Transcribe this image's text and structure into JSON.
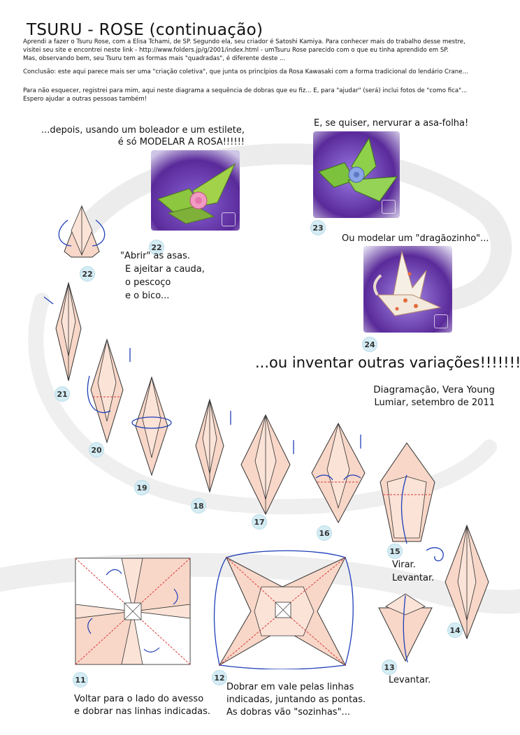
{
  "header": {
    "title": "TSURU - ROSE (continuação)",
    "intro_lines": [
      "Aprendi a fazer o Tsuru Rose, com a Elisa Tchami, de SP. Segundo ela, seu criador é Satoshi Kamiya. Para conhecer mais do trabalho desse mestre,",
      "visitei seu site e encontrei neste link - http://www.folders.jp/g/2001/index.html - umTsuru Rose parecido com o que eu tinha aprendido em SP.",
      "Mas, observando bem, seu Tsuru tem as formas mais \"quadradas\", é diferente deste ..."
    ],
    "conclusion": "Conclusão: este aqui parece mais ser uma \"criação coletiva\", que junta os princípios da Rosa Kawasaki com a forma tradicional do lendário Crane...",
    "note_lines": [
      "Para não esquecer, registrei para mim, aqui neste diagrama a sequência de dobras que eu fiz... E, para \"ajudar\" (será) inclui fotos de \"como fica\"...",
      "Espero ajudar a outras pessoas também!"
    ]
  },
  "captions": {
    "modelar_line1": "...depois, usando um boleador e um estilete,",
    "modelar_line2": "é só MODELAR A ROSA!!!!!!",
    "nervurar": "E, se quiser, nervurar a asa-folha!",
    "dragao": "Ou modelar um \"dragãozinho\"...",
    "abrir_lines": [
      "\"Abrir\" as asas.",
      "E ajeitar a cauda,",
      "o pescoço",
      "e o bico..."
    ],
    "inventar": "...ou inventar outras variações!!!!!!!",
    "credit_line1": "Diagramação, Vera Young",
    "credit_line2": "Lumiar, setembro de 2011",
    "virar": "Virar.",
    "levantar_15": "Levantar.",
    "levantar_13": "Levantar.",
    "step11_lines": [
      "Voltar para o lado do avesso",
      "e dobrar nas linhas indicadas."
    ],
    "step12_lines": [
      "Dobrar em vale pelas linhas",
      "indicadas, juntando as pontas.",
      "As dobras vão \"sozinhas\"..."
    ]
  },
  "steps": {
    "s11": "11",
    "s12": "12",
    "s13": "13",
    "s14": "14",
    "s15": "15",
    "s16": "16",
    "s17": "17",
    "s18": "18",
    "s19": "19",
    "s20": "20",
    "s21": "21",
    "s22": "22",
    "p22": "22",
    "p23": "23",
    "p24": "24"
  },
  "colors": {
    "paper": "#f8d7c8",
    "line": "#333333",
    "arrow_blue": "#1f3fb8",
    "fold_red": "#d83a3a",
    "number_badge": "#d4ecf4",
    "photo_purple": "#6a3aa8"
  }
}
